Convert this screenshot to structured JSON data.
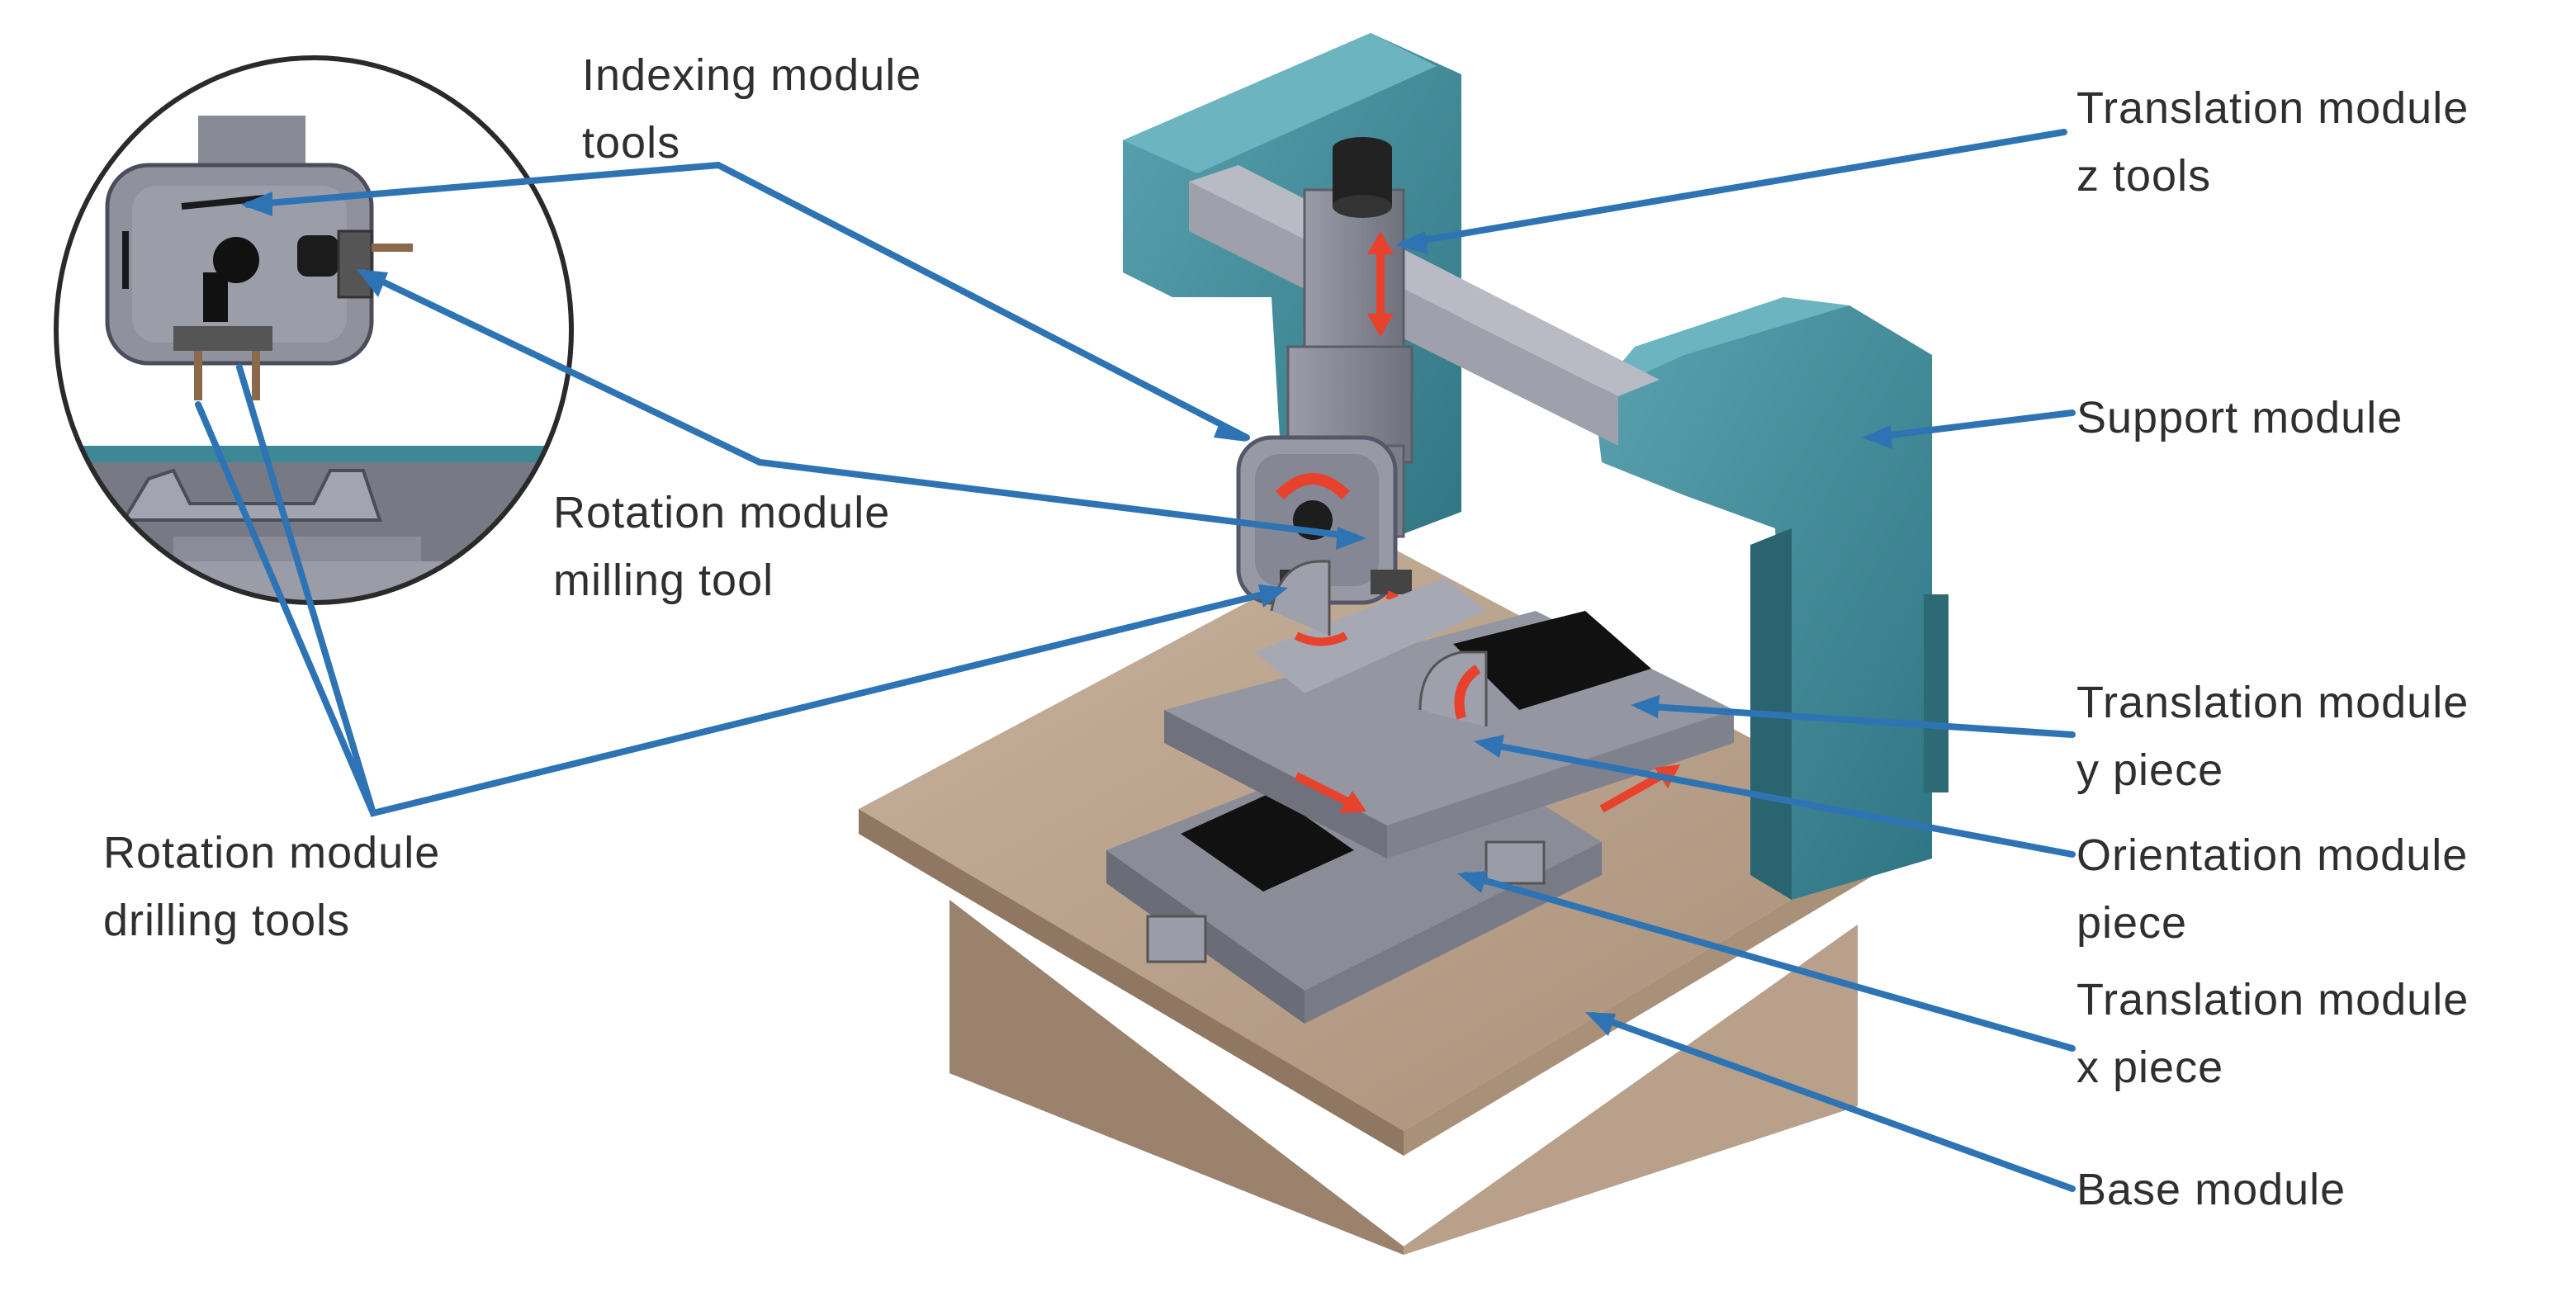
{
  "colors": {
    "leader_line": "#2e74b5",
    "teal_module": "#3d8896",
    "base": "#b59b85",
    "grey_parts": "#8a8c98",
    "motion_arrow": "#e8412c"
  },
  "labels": {
    "indexing": {
      "line1": "Indexing module",
      "line2": "tools"
    },
    "rotation_milling": {
      "line1": "Rotation module",
      "line2": "milling tool"
    },
    "rotation_drilling": {
      "line1": "Rotation module",
      "line2": "drilling tools"
    },
    "translation_z": {
      "line1": "Translation module",
      "line2": "z tools"
    },
    "support": {
      "line1": "Support module"
    },
    "translation_y": {
      "line1": "Translation module",
      "line2": "y piece"
    },
    "orientation": {
      "line1": "Orientation module",
      "line2": "piece"
    },
    "translation_x": {
      "line1": "Translation module",
      "line2": "x piece"
    },
    "base": {
      "line1": "Base module"
    }
  }
}
